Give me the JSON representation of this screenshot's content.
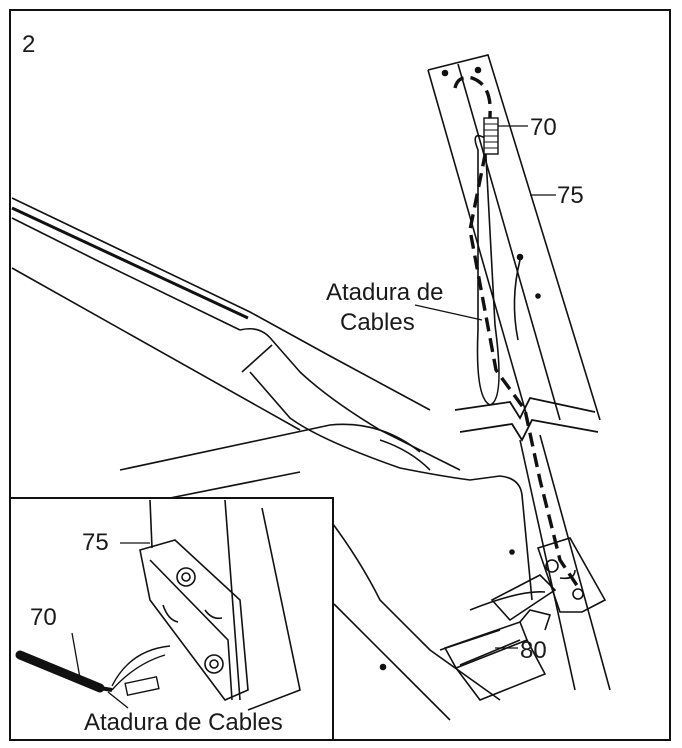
{
  "step_number": "2",
  "labels": {
    "cable_70": "70",
    "upright_75": "75",
    "cable_tie_line1": "Atadura de",
    "cable_tie_line2": "Cables",
    "part_80": "80"
  },
  "inset": {
    "upright_75": "75",
    "cable_70": "70",
    "cable_tie": "Atadura de Cables"
  }
}
